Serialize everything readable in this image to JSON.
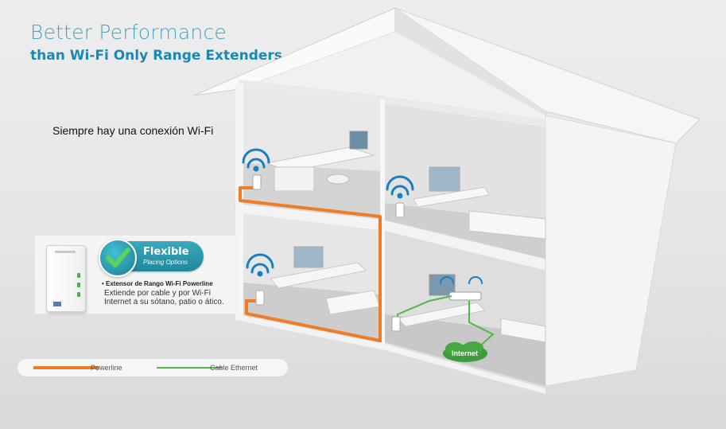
{
  "headline": {
    "line1": "Better Performance",
    "line2": "than Wi-Fi Only Range Extenders"
  },
  "subtitle": "Siempre hay una conexión Wi-Fi",
  "badge": {
    "title": "Flexible",
    "subtitle": "Placing Options",
    "bullet": "• Extensor de Rango Wi-Fi Powerline",
    "description": "Extiende por cable y por Wi-Fi Internet a su sótano, patio o ático."
  },
  "diagram": {
    "internet_label": "Internet"
  },
  "legend": {
    "powerline_label": "Powerline",
    "ethernet_label": "Cable Ethernet"
  },
  "colors": {
    "powerline": "#f07c28",
    "ethernet": "#4fb94a",
    "headline": "#4aa3c4",
    "wifi": "#1a7fc2"
  }
}
